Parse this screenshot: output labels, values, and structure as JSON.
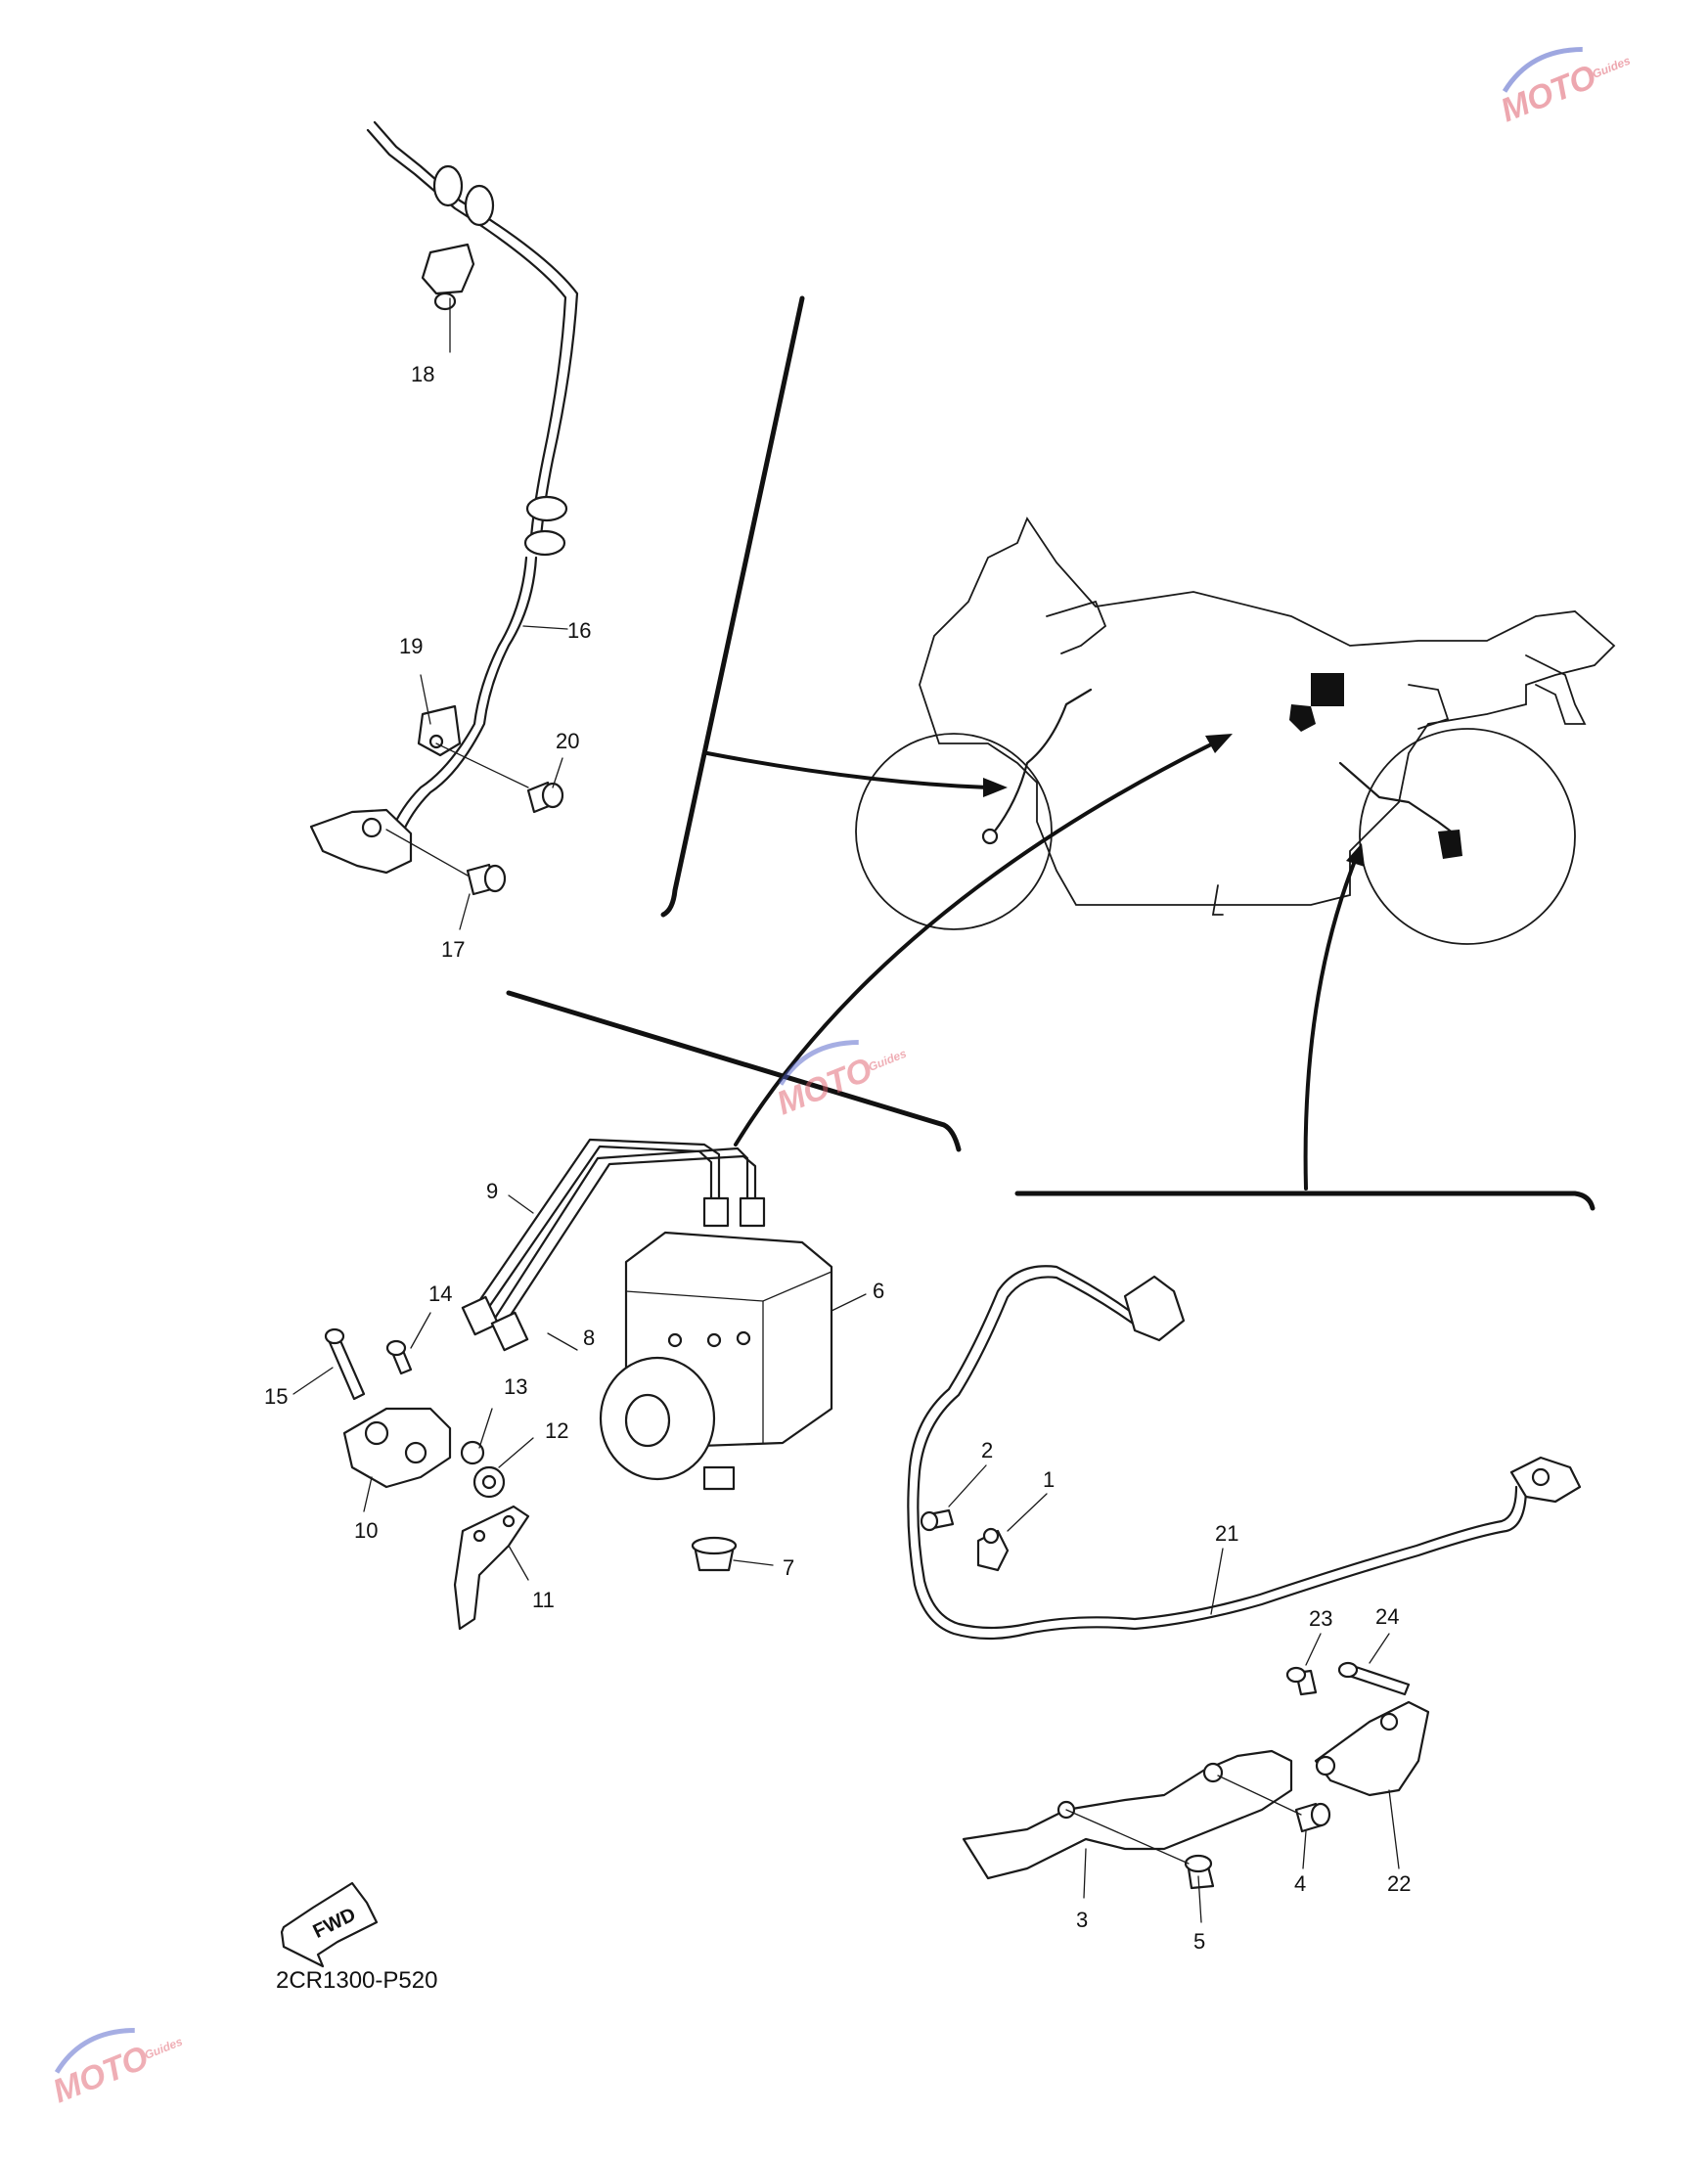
{
  "diagram": {
    "code": "2CR1300-P520",
    "fwd_label": "FWD",
    "callouts": [
      {
        "id": "18",
        "label": "18"
      },
      {
        "id": "16",
        "label": "16"
      },
      {
        "id": "19",
        "label": "19"
      },
      {
        "id": "20",
        "label": "20"
      },
      {
        "id": "17",
        "label": "17"
      },
      {
        "id": "9",
        "label": "9"
      },
      {
        "id": "14",
        "label": "14"
      },
      {
        "id": "8",
        "label": "8"
      },
      {
        "id": "6",
        "label": "6"
      },
      {
        "id": "15",
        "label": "15"
      },
      {
        "id": "13",
        "label": "13"
      },
      {
        "id": "12",
        "label": "12"
      },
      {
        "id": "10",
        "label": "10"
      },
      {
        "id": "11",
        "label": "11"
      },
      {
        "id": "7",
        "label": "7"
      },
      {
        "id": "2",
        "label": "2"
      },
      {
        "id": "1",
        "label": "1"
      },
      {
        "id": "21",
        "label": "21"
      },
      {
        "id": "23",
        "label": "23"
      },
      {
        "id": "24",
        "label": "24"
      },
      {
        "id": "3",
        "label": "3"
      },
      {
        "id": "5",
        "label": "5"
      },
      {
        "id": "4",
        "label": "4"
      },
      {
        "id": "22",
        "label": "22"
      }
    ]
  },
  "watermark": {
    "brand": "MOTO",
    "sub": "Guides"
  },
  "colors": {
    "line": "#1a1a1a",
    "watermark_red": "#e0606e",
    "watermark_blue": "#5060c8"
  }
}
